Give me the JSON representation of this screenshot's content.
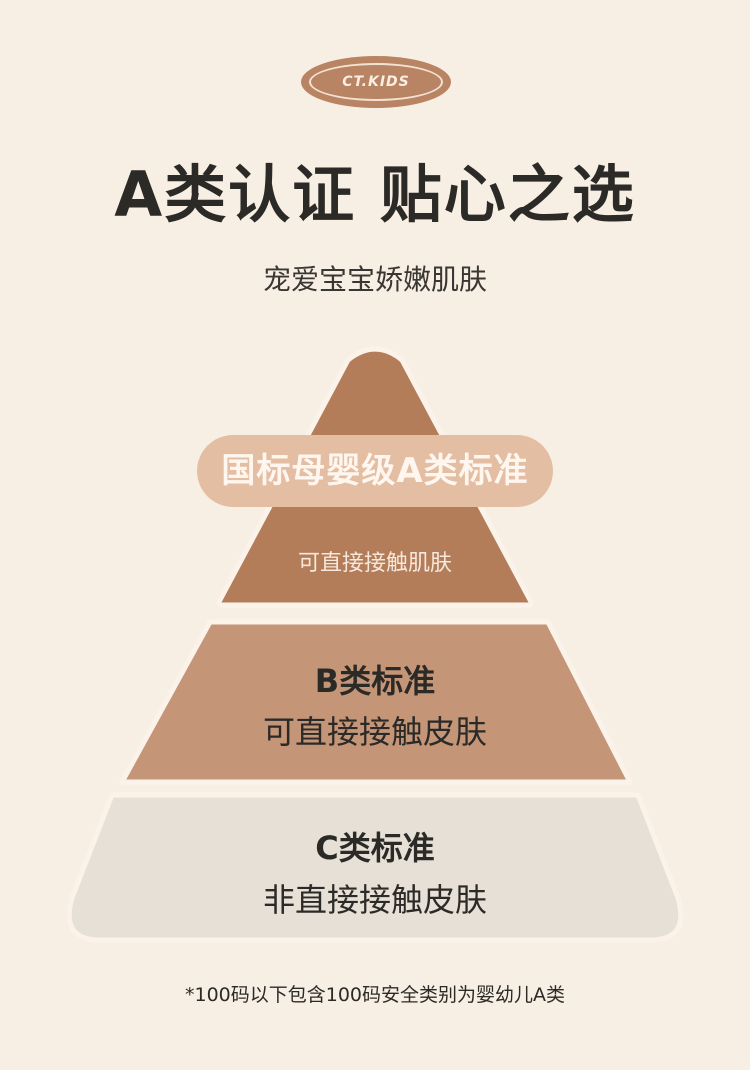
{
  "brand": {
    "badge_text": "CT.KIDS"
  },
  "header": {
    "title": "A类认证 贴心之选",
    "subtitle": "宠爱宝宝娇嫩肌肤"
  },
  "pyramid": {
    "tier_a": {
      "heading": "国标母婴级A类标准",
      "description": "可直接接触肌肤"
    },
    "tier_b": {
      "heading": "B类标准",
      "description": "可直接接触皮肤"
    },
    "tier_c": {
      "heading": "C类标准",
      "description": "非直接接触皮肤"
    }
  },
  "footnote": "*100码以下包含100码安全类别为婴幼儿A类",
  "colors": {
    "background": "#f8efe4",
    "tier_a": "#b37d59",
    "tier_b": "#c59578",
    "tier_c": "#e6e0d6",
    "pill": "#e3bea3",
    "text": "#2c2a27"
  }
}
